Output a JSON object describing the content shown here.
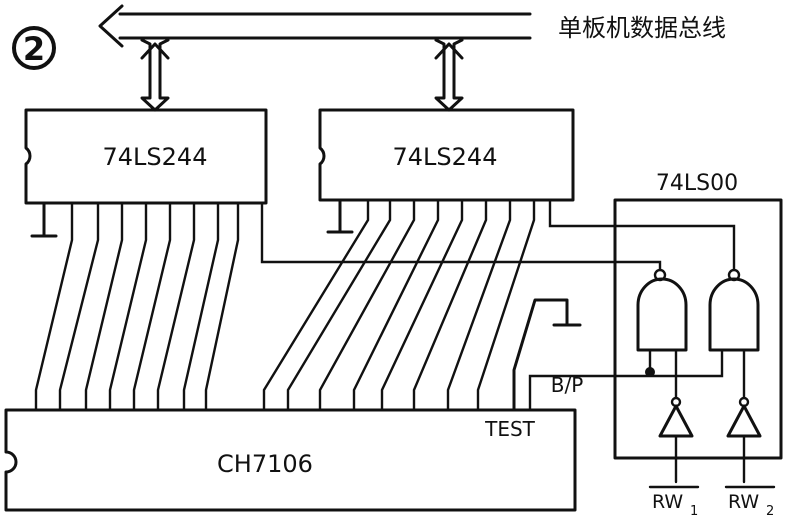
{
  "figure": {
    "number": "2",
    "bus_label": "单板机数据总线",
    "chips": {
      "buffer_left": "74LS244",
      "buffer_right": "74LS244",
      "nand_gate": "74LS00",
      "adc": "CH7106"
    },
    "pins": {
      "test": "TEST",
      "bp": "B/P"
    },
    "inputs": {
      "rw1": "RW",
      "rw1_sub": "1",
      "rw2": "RW",
      "rw2_sub": "2"
    }
  }
}
